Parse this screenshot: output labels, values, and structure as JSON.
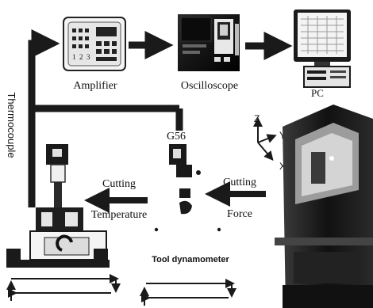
{
  "labels": {
    "amplifier": "Amplifier",
    "oscilloscope": "Oscilloscope",
    "pc": "PC",
    "thermocouple": "Thermocouple",
    "g56": "G56",
    "cutting_temp_line1": "Cutting",
    "cutting_temp_line2": "Temperature",
    "cutting_force_line1": "Cutting",
    "cutting_force_line2": "Force",
    "tool_dynamometer": "Tool dynamometer"
  },
  "axes": {
    "z": "Z",
    "y": "Y",
    "x": "X"
  },
  "keypad": {
    "keys": [
      "1",
      "2",
      "3"
    ]
  },
  "colors": {
    "arrow": "#1a1a1a",
    "device_dark": "#111111",
    "device_mid": "#555555",
    "device_light": "#d8d8d8"
  }
}
